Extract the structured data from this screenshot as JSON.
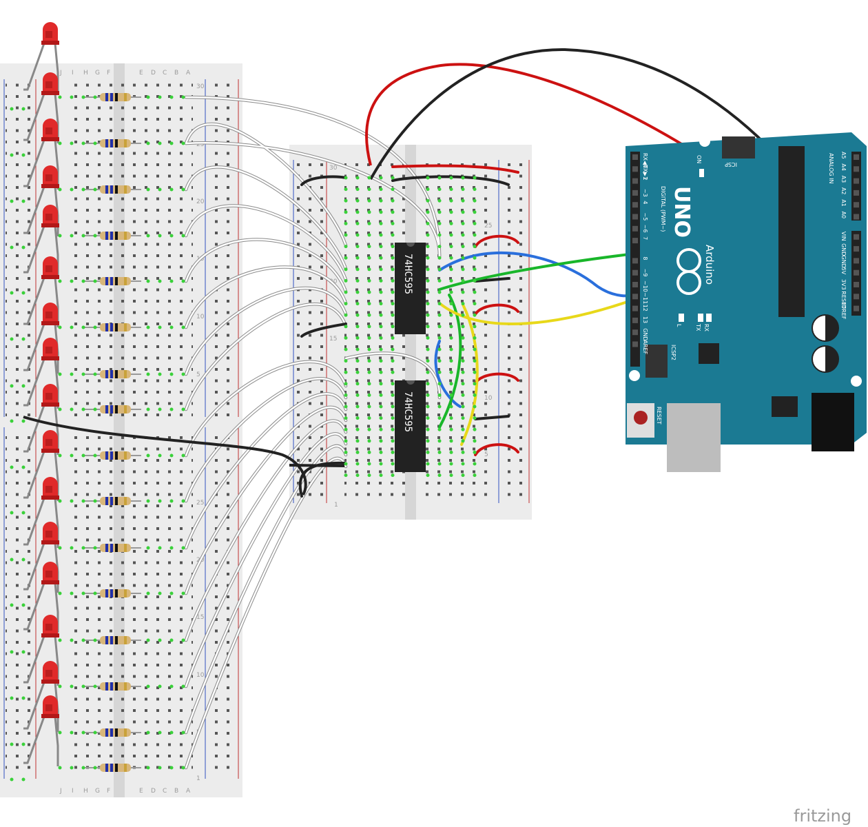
{
  "brand": "fritzing",
  "chip_label": "74HC595",
  "breadboard": {
    "columns_left": [
      "J",
      "I",
      "H",
      "G",
      "F"
    ],
    "columns_right": [
      "E",
      "D",
      "C",
      "B",
      "A"
    ],
    "row_numbers_top": [
      "30",
      "25",
      "20",
      "15",
      "10",
      "5"
    ],
    "row_numbers_bottom": [
      "25",
      "20",
      "15",
      "10",
      "5",
      "1"
    ],
    "mid_row_numbers": [
      "30",
      "25",
      "20",
      "15",
      "10",
      "5",
      "1"
    ]
  },
  "arduino": {
    "board_name": "Arduino",
    "model": "UNO",
    "on_label": "ON",
    "icsp_label": "ICSP",
    "icsp2_label": "ICSP2",
    "digital_label": "DIGITAL (PWM~)",
    "analog_label": "ANALOG IN",
    "reset_label": "RESET",
    "led_labels": [
      "L",
      "TX",
      "RX"
    ],
    "digital_pins": [
      "RX◀0",
      "TX▶1",
      "2",
      "~3",
      "4",
      "~5",
      "~6",
      "7",
      "8",
      "~9",
      "~10",
      "~11",
      "12",
      "13",
      "GND",
      "AREF"
    ],
    "power_pins": [
      "A5",
      "A4",
      "A3",
      "A2",
      "A1",
      "A0",
      "VIN",
      "GND",
      "GND",
      "5V",
      "3V3",
      "RESET",
      "IOREF"
    ]
  }
}
